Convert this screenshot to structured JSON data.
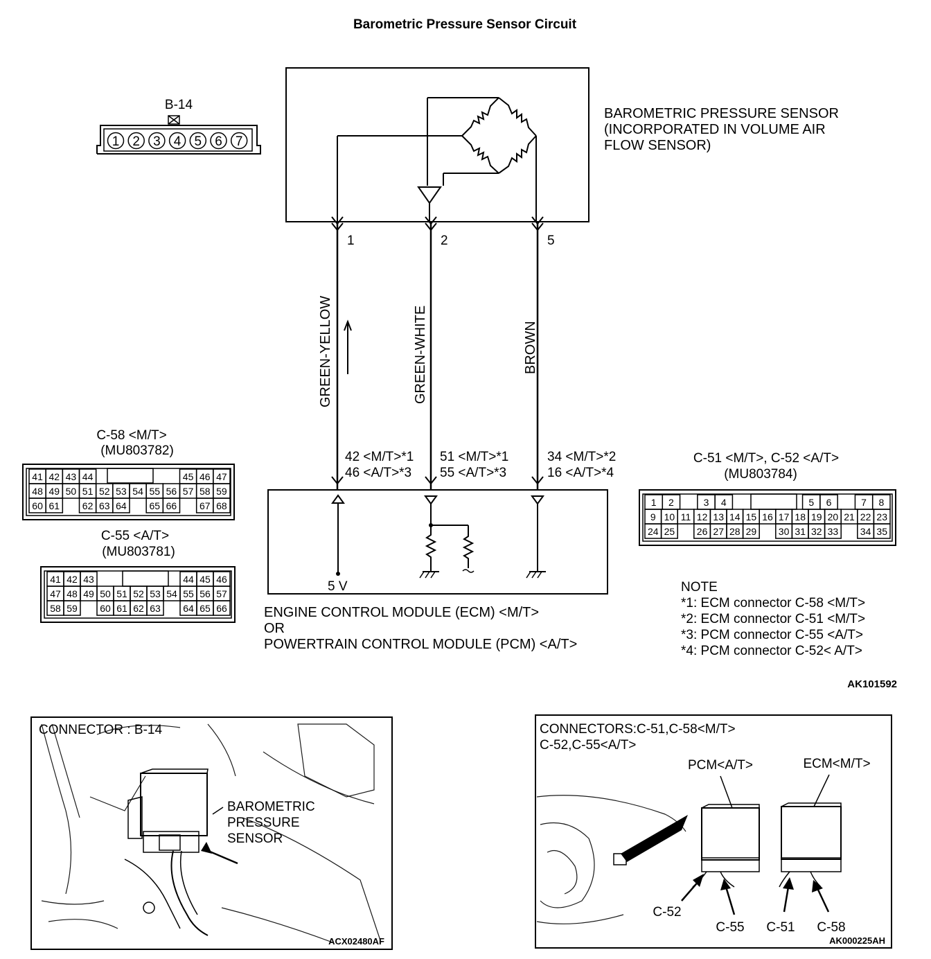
{
  "title": "Barometric Pressure Sensor Circuit",
  "sensor": {
    "connector_id": "B-14",
    "pins": [
      "1",
      "2",
      "3",
      "4",
      "5",
      "6",
      "7"
    ],
    "label_lines": [
      "BAROMETRIC PRESSURE SENSOR",
      "(INCORPORATED IN VOLUME AIR",
      "FLOW SENSOR)"
    ],
    "terminals": [
      "1",
      "2",
      "5"
    ]
  },
  "wires": {
    "w1": {
      "color": "GREEN-YELLOW",
      "ecm_pins": [
        "42 <M/T>*1",
        "46 <A/T>*3"
      ]
    },
    "w2": {
      "color": "GREEN-WHITE",
      "ecm_pins": [
        "51 <M/T>*1",
        "55 <A/T>*3"
      ]
    },
    "w3": {
      "color": "BROWN",
      "ecm_pins": [
        "34 <M/T>*2",
        "16 <A/T>*4"
      ]
    }
  },
  "ecm": {
    "supply": "5 V",
    "label_lines": [
      "ENGINE CONTROL MODULE (ECM) <M/T>",
      "OR",
      "POWERTRAIN CONTROL MODULE (PCM) <A/T>"
    ]
  },
  "connectors": {
    "c58": {
      "title": "C-58 <M/T>",
      "part": "(MU803782)",
      "rows": [
        [
          "41",
          "42",
          "43",
          "44",
          "",
          "",
          "",
          "",
          "",
          "45",
          "46",
          "47"
        ],
        [
          "48",
          "49",
          "50",
          "51",
          "52",
          "53",
          "54",
          "55",
          "56",
          "57",
          "58",
          "59"
        ],
        [
          "60",
          "61",
          "",
          "62",
          "63",
          "64",
          "",
          "65",
          "66",
          "",
          "67",
          "68"
        ]
      ]
    },
    "c55": {
      "title": "C-55 <A/T>",
      "part": "(MU803781)",
      "rows": [
        [
          "41",
          "42",
          "43",
          "",
          "",
          "",
          "",
          "",
          "44",
          "45",
          "46"
        ],
        [
          "47",
          "48",
          "49",
          "50",
          "51",
          "52",
          "53",
          "54",
          "55",
          "56",
          "57"
        ],
        [
          "58",
          "59",
          "",
          "60",
          "61",
          "62",
          "63",
          "",
          "64",
          "65",
          "66"
        ]
      ]
    },
    "c51": {
      "title": "C-51 <M/T>, C-52 <A/T>",
      "part": "(MU803784)",
      "rows": [
        [
          "1",
          "2",
          "",
          "3",
          "4",
          "",
          "",
          "",
          "",
          "5",
          "6",
          "",
          "7",
          "8"
        ],
        [
          "9",
          "10",
          "11",
          "12",
          "13",
          "14",
          "15",
          "16",
          "17",
          "18",
          "19",
          "20",
          "21",
          "22",
          "23"
        ],
        [
          "24",
          "25",
          "",
          "26",
          "27",
          "28",
          "29",
          "",
          "30",
          "31",
          "32",
          "33",
          "",
          "34",
          "35"
        ]
      ]
    }
  },
  "note": {
    "heading": "NOTE",
    "lines": [
      "*1: ECM connector C-58 <M/T>",
      "*2: ECM connector C-51 <M/T>",
      "*3: PCM connector C-55 <A/T>",
      "*4: PCM connector C-52< A/T>"
    ]
  },
  "diagram_code": "AK101592",
  "inset_left": {
    "title": "CONNECTOR : B-14",
    "callout_lines": [
      "BAROMETRIC",
      "PRESSURE",
      "SENSOR"
    ],
    "code": "ACX02480AF"
  },
  "inset_right": {
    "title_lines": [
      "CONNECTORS:C-51,C-58<M/T>",
      "C-52,C-55<A/T>"
    ],
    "pcm_label": "PCM<A/T>",
    "ecm_label": "ECM<M/T>",
    "connector_labels": [
      "C-52",
      "C-55",
      "C-51",
      "C-58"
    ],
    "code": "AK000225AH"
  }
}
